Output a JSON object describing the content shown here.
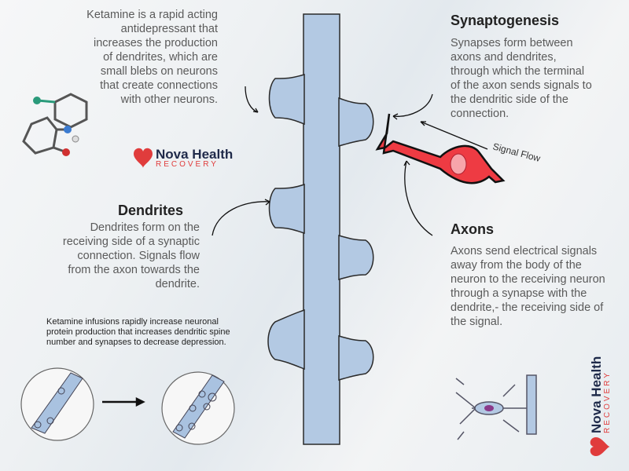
{
  "intro": {
    "text": "Ketamine is a rapid acting antidepressant that increases the production of dendrites, which are small blebs on neurons that create connections with other neurons."
  },
  "synaptogenesis": {
    "title": "Synaptogenesis",
    "text": "Synapses form between axons and dendrites, through which the terminal of the axon sends signals to the dendritic side of the connection."
  },
  "signal_flow": {
    "label": "Signal Flow"
  },
  "dendrites": {
    "title": "Dendrites",
    "text": "Dendrites form on the receiving side of a synaptic connection. Signals flow from the axon towards the dendrite."
  },
  "axons": {
    "title": "Axons",
    "text": "Axons  send electrical signals away from the body of the neuron to the receiving neuron through a synapse with the dendrite,- the receiving side of the signal."
  },
  "infusion": {
    "text": "Ketamine infusions rapidly increase neuronal protein production that increases dendritic spine number and synapses to decrease depression."
  },
  "logo": {
    "name": "Nova Health",
    "sub": "RECOVERY"
  },
  "colors": {
    "dendrite": "#b3c9e3",
    "axon": "#ee3b43",
    "brand_red": "#e03c3c",
    "brand_navy": "#1f2a4a"
  }
}
